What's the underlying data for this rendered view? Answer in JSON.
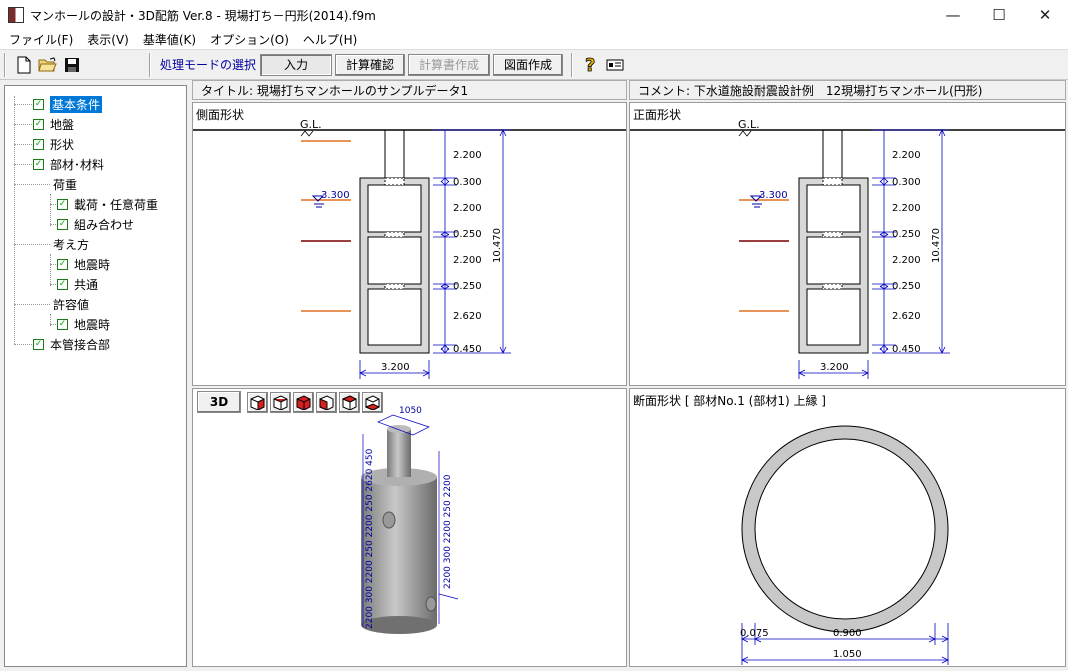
{
  "window": {
    "title": "マンホールの設計・3D配筋 Ver.8 - 現場打ち－円形(2014).f9m",
    "minimize": "—",
    "maximize": "☐",
    "close": "✕"
  },
  "menu": [
    "ファイル(F)",
    "表示(V)",
    "基準値(K)",
    "オプション(O)",
    "ヘルプ(H)"
  ],
  "toolbar": {
    "mode_label": "処理モードの選択",
    "buttons": [
      "入力",
      "計算確認",
      "計算書作成",
      "図面作成"
    ]
  },
  "tree": {
    "items": [
      {
        "label": "基本条件",
        "checked": true
      },
      {
        "label": "地盤",
        "checked": true
      },
      {
        "label": "形状",
        "checked": true
      },
      {
        "label": "部材･材料",
        "checked": true
      },
      {
        "label": "荷重",
        "checked": false
      },
      {
        "label": "載荷・任意荷重",
        "checked": true
      },
      {
        "label": "組み合わせ",
        "checked": true
      },
      {
        "label": "考え方",
        "checked": false
      },
      {
        "label": "地震時",
        "checked": true
      },
      {
        "label": "共通",
        "checked": true
      },
      {
        "label": "許容値",
        "checked": false
      },
      {
        "label": "地震時",
        "checked": true
      },
      {
        "label": "本管接合部",
        "checked": true
      }
    ]
  },
  "header": {
    "title": "タイトル: 現場打ちマンホールのサンプルデータ1",
    "comment": "コメント: 下水道施設耐震設計例　12現場打ちマンホール(円形)"
  },
  "side_view": {
    "label": "側面形状",
    "gl": "G.L.",
    "water_level": "3.300",
    "dims": [
      "2.200",
      "0.300",
      "2.200",
      "0.250",
      "2.200",
      "0.250",
      "2.620",
      "0.450"
    ],
    "total_height": "10.470",
    "width": "3.200"
  },
  "front_view": {
    "label": "正面形状",
    "gl": "G.L.",
    "water_level": "3.300",
    "dims": [
      "2.200",
      "0.300",
      "2.200",
      "0.250",
      "2.200",
      "0.250",
      "2.620",
      "0.450"
    ],
    "total_height": "10.470",
    "width": "3.200"
  },
  "view3d": {
    "button": "3D",
    "top_dim": "1050",
    "left_dims": "2200 300 2200 250 2200 250 2620 450",
    "right_dims": "2200 300 2200 250 2200"
  },
  "section_view": {
    "label": "断面形状 [ 部材No.1 (部材1) 上縁 ]",
    "thickness": "0.075",
    "inner": "0.900",
    "outer": "1.050"
  }
}
